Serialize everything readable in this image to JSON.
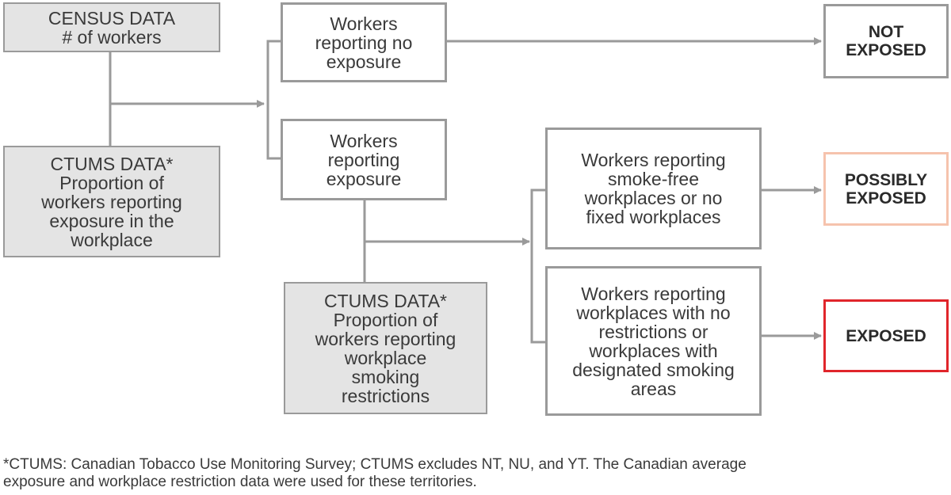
{
  "boxes": {
    "census": "CENSUS DATA\n# of workers",
    "ctums_exposure": "CTUMS DATA*\nProportion of\nworkers reporting\nexposure in the\nworkplace",
    "no_exposure": "Workers\nreporting no\nexposure",
    "exposure": "Workers\nreporting\nexposure",
    "ctums_restrictions": "CTUMS DATA*\nProportion of\nworkers reporting\nworkplace\nsmoking\nrestrictions",
    "smoke_free": "Workers reporting\nsmoke-free\nworkplaces or no\nfixed workplaces",
    "no_restrictions": "Workers reporting\nworkplaces with no\nrestrictions or\nworkplaces with\ndesignated smoking\nareas"
  },
  "outcomes": {
    "not_exposed": "NOT\nEXPOSED",
    "possibly_exposed": "POSSIBLY\nEXPOSED",
    "exposed": "EXPOSED"
  },
  "colors": {
    "line": "#9a9a9a",
    "data_fill": "#e4e4e4",
    "possibly_border": "#f6c3ad",
    "exposed_border": "#e0252b"
  },
  "footnote": "*CTUMS: Canadian Tobacco Use Monitoring Survey; CTUMS excludes NT, NU, and YT. The Canadian average\nexposure and workplace restriction data were used for these territories."
}
